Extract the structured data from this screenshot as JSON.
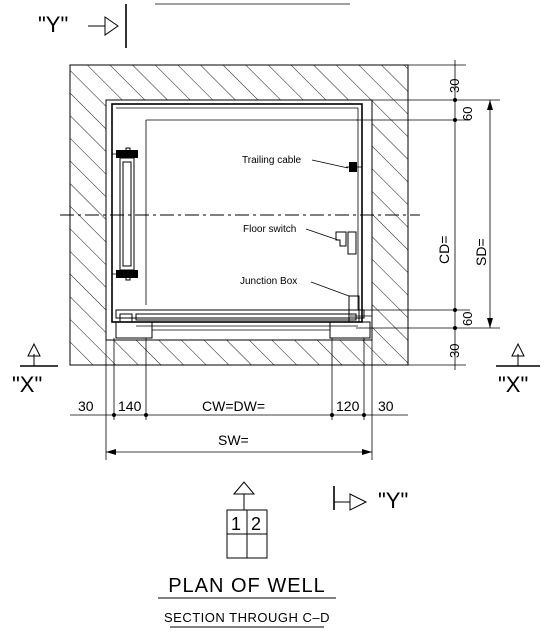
{
  "labels": {
    "view_y_top": "\"Y\"",
    "view_y_bottom": "\"Y\"",
    "view_x_left": "\"X\"",
    "view_x_right": "\"X\"",
    "trailing_cable": "Trailing cable",
    "floor_switch": "Floor switch",
    "junction_box": "Junction Box"
  },
  "dimensions": {
    "left_offset": "30",
    "left_gap": "140",
    "car_width": "CW=DW=",
    "right_gap": "120",
    "right_offset": "30",
    "shaft_width": "SW=",
    "top_offset": "30",
    "top_gap": "60",
    "car_depth": "CD=",
    "shaft_depth": "SD=",
    "bottom_gap": "60",
    "bottom_offset": "30"
  },
  "key_plan": {
    "cell_1": "1",
    "cell_2": "2"
  },
  "titles": {
    "main": "PLAN OF WELL",
    "sub": "SECTION THROUGH C–D"
  }
}
